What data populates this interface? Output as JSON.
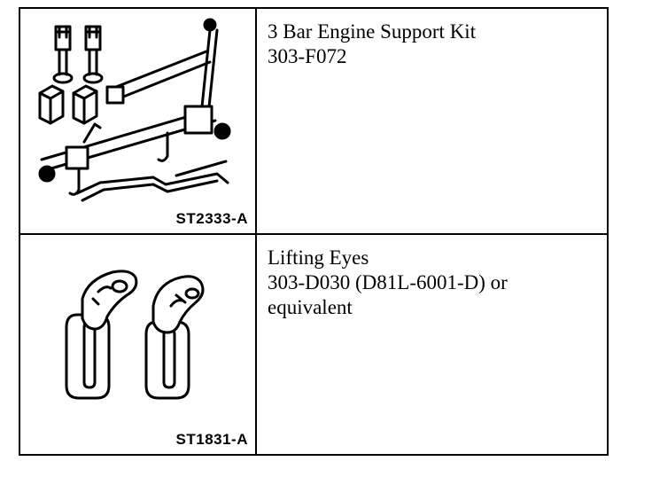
{
  "rows": [
    {
      "figure_label": "ST2333-A",
      "icon": "engine-support-kit-illustration",
      "name": "3 Bar Engine Support Kit",
      "numbers": [
        "303-F072"
      ]
    },
    {
      "figure_label": "ST1831-A",
      "icon": "lifting-eyes-illustration",
      "name": "Lifting Eyes",
      "numbers": [
        "303-D030 (D81L-6001-D) or",
        "equivalent"
      ]
    }
  ]
}
